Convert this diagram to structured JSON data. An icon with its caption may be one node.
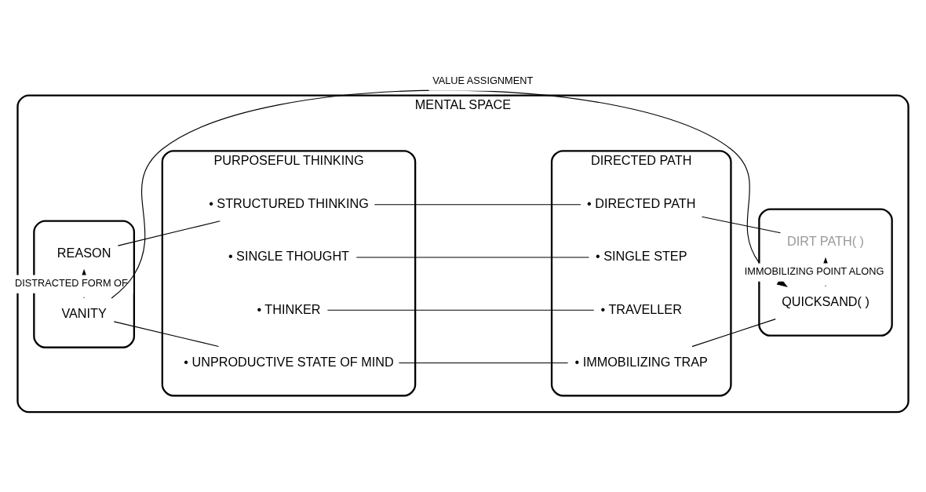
{
  "diagram": {
    "nodes": [
      {
        "text": [
          "MENTAL SPACE"
        ]
      },
      {
        "text": [],
        "shape": "box",
        "in": 0
      },
      {
        "text": [
          "VANITY"
        ],
        "in": 1
      },
      {
        "text": [
          "REASON"
        ],
        "in": 1
      },
      {
        "text": [
          "PURPOSEFUL THINKING"
        ],
        "in": 0
      },
      {
        "text": [
          "• UNPRODUCTIVE STATE OF MIND"
        ],
        "in": 4
      },
      {
        "text": [
          "• THINKER"
        ],
        "in": 4
      },
      {
        "text": [
          "• SINGLE THOUGHT"
        ],
        "in": 4
      },
      {
        "text": [
          "• STRUCTURED THINKING"
        ],
        "in": 4
      },
      {
        "text": [
          "DIRECTED PATH"
        ],
        "in": 0
      },
      {
        "text": [
          "• IMMOBILIZING TRAP"
        ],
        "in": 9
      },
      {
        "text": [
          "• TRAVELLER"
        ],
        "in": 9
      },
      {
        "text": [
          "• SINGLE STEP"
        ],
        "in": 9
      },
      {
        "text": [
          "• DIRECTED PATH"
        ],
        "in": 9
      },
      {
        "text": [],
        "shape": "box",
        "in": 0
      },
      {
        "text": [
          "QUICKSAND( )"
        ],
        "in": 14
      },
      {
        "text": [
          "DIRT PATH( )"
        ],
        "in": 14
      }
    ],
    "edges": [
      {
        "from": 2,
        "to": 15,
        "arrow": "to",
        "label": "VALUE ASSIGNMENT"
      },
      {
        "from": 2,
        "to": 3,
        "arrow": "to",
        "label": "DISTRACTED FORM OF",
        "style": "dashed"
      },
      {
        "from": 15,
        "to": 16,
        "arrow": "to",
        "label": "IMMOBILIZING POINT ALONG",
        "style": "dashed"
      },
      {
        "from": 2,
        "to": 5,
        "arrow": "none"
      },
      {
        "from": 5,
        "to": 10,
        "arrow": "none"
      },
      {
        "from": 10,
        "to": 15,
        "arrow": "none"
      },
      {
        "from": 6,
        "to": 11,
        "arrow": "none"
      },
      {
        "from": 7,
        "to": 12,
        "arrow": "none"
      },
      {
        "from": 3,
        "to": 8,
        "arrow": "none"
      },
      {
        "from": 8,
        "to": 13,
        "arrow": "none"
      },
      {
        "from": 13,
        "to": 16,
        "arrow": "none"
      }
    ]
  }
}
